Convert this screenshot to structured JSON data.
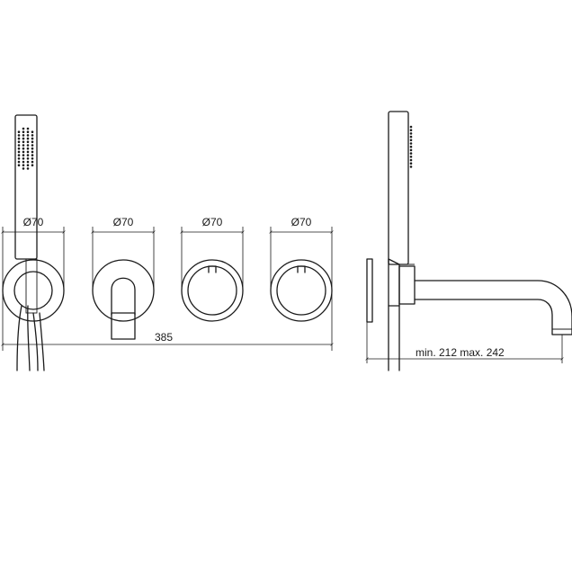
{
  "dimensions": {
    "diameter_labels": [
      "Ø70",
      "Ø70",
      "Ø70",
      "Ø70"
    ],
    "total_width": "385",
    "spout_projection": "min. 212 max. 242"
  }
}
